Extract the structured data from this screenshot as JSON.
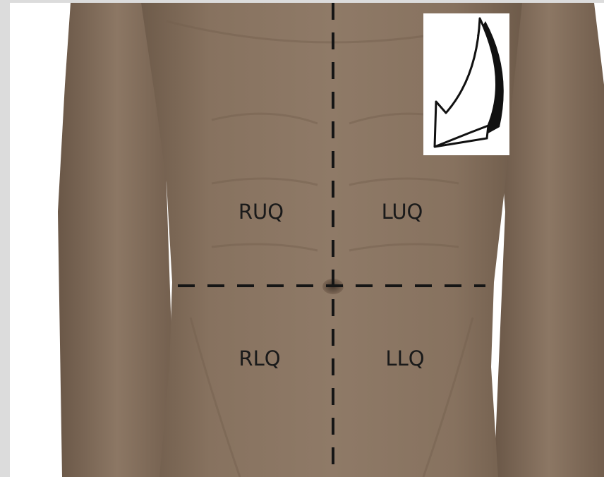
{
  "diagram": {
    "quadrants": [
      {
        "id": "ruq",
        "label": "RUQ"
      },
      {
        "id": "luq",
        "label": "LUQ"
      },
      {
        "id": "rlq",
        "label": "RLQ"
      },
      {
        "id": "llq",
        "label": "LLQ"
      }
    ],
    "arrow_icon": "curved-arrow-down-left-icon",
    "colors": {
      "skin": "#8a7562",
      "skin_shadow": "#6b5848",
      "background": "#dcdcdc",
      "divider": "#151515",
      "label": "#1a1a1a"
    }
  }
}
